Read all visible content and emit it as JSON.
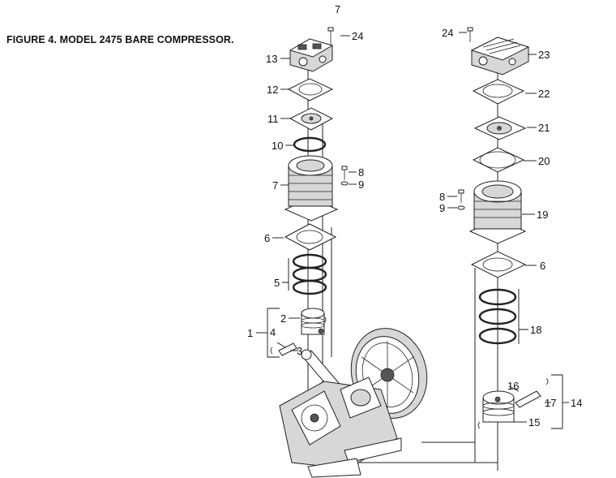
{
  "page_number": "7",
  "figure_title": "FIGURE 4. MODEL 2475 BARE COMPRESSOR.",
  "callouts": {
    "c24a": "24",
    "c13": "13",
    "c12": "12",
    "c11": "11",
    "c10": "10",
    "c7": "7",
    "c8a": "8",
    "c9a": "9",
    "c6a": "6",
    "c5": "5",
    "c2": "2",
    "c1": "1",
    "c4": "4",
    "c3": "3",
    "c24b": "24",
    "c23": "23",
    "c22": "22",
    "c21": "21",
    "c20": "20",
    "c8b": "8",
    "c9b": "9",
    "c19": "19",
    "c6b": "6",
    "c18": "18",
    "c16": "16",
    "c17": "17",
    "c14": "14",
    "c15": "15"
  }
}
